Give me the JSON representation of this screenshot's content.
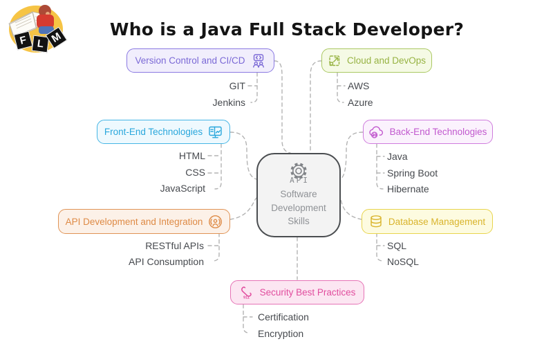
{
  "title": "Who is a Java Full Stack Developer?",
  "logo": {
    "letters": [
      "F",
      "L",
      "M"
    ]
  },
  "center": {
    "label": "Software Development Skills",
    "icon": "gear-icon",
    "icon_text": "API",
    "colors": {
      "border": "#4a4d50",
      "bg": "#f3f3f3",
      "text": "#8f9296"
    }
  },
  "connector_color": "#b3b3b3",
  "branches": [
    {
      "label": "Version Control and CI/CD",
      "icon": "code-review-icon",
      "side": "left",
      "colors": {
        "border": "#8a79e2",
        "bg": "#f1eefc",
        "text": "#7b69d6"
      },
      "children": [
        "GIT",
        "Jenkins"
      ]
    },
    {
      "label": "Cloud and DevOps",
      "icon": "expand-icon",
      "side": "right",
      "colors": {
        "border": "#aac862",
        "bg": "#f5fae5",
        "text": "#97b343"
      },
      "children": [
        "AWS",
        "Azure"
      ]
    },
    {
      "label": "Front-End Technologies",
      "icon": "monitor-icon",
      "side": "left",
      "colors": {
        "border": "#44b5e5",
        "bg": "#eef9fe",
        "text": "#29a7dc"
      },
      "children": [
        "HTML",
        "CSS",
        "JavaScript"
      ]
    },
    {
      "label": "Back-End Technologies",
      "icon": "cloud-upload-icon",
      "side": "right",
      "colors": {
        "border": "#cf7cdd",
        "bg": "#fbf2fd",
        "text": "#c158ce"
      },
      "children": [
        "Java",
        "Spring Boot",
        "Hibernate"
      ]
    },
    {
      "label": "API Development and Integration",
      "icon": "podcast-person-icon",
      "side": "left",
      "colors": {
        "border": "#e09355",
        "bg": "#fcf1e8",
        "text": "#de8a45"
      },
      "children": [
        "RESTful APIs",
        "API Consumption"
      ]
    },
    {
      "label": "Database Management",
      "icon": "database-icon",
      "side": "right",
      "colors": {
        "border": "#e8d44d",
        "bg": "#fdfbe0",
        "text": "#d9b42c"
      },
      "children": [
        "SQL",
        "NoSQL"
      ]
    },
    {
      "label": "Security Best Practices",
      "icon": "emergency-call-icon",
      "side": "bottom",
      "colors": {
        "border": "#e673b6",
        "bg": "#fce6f2",
        "text": "#e14d9e"
      },
      "children": [
        "Certification",
        "Encryption"
      ]
    }
  ]
}
